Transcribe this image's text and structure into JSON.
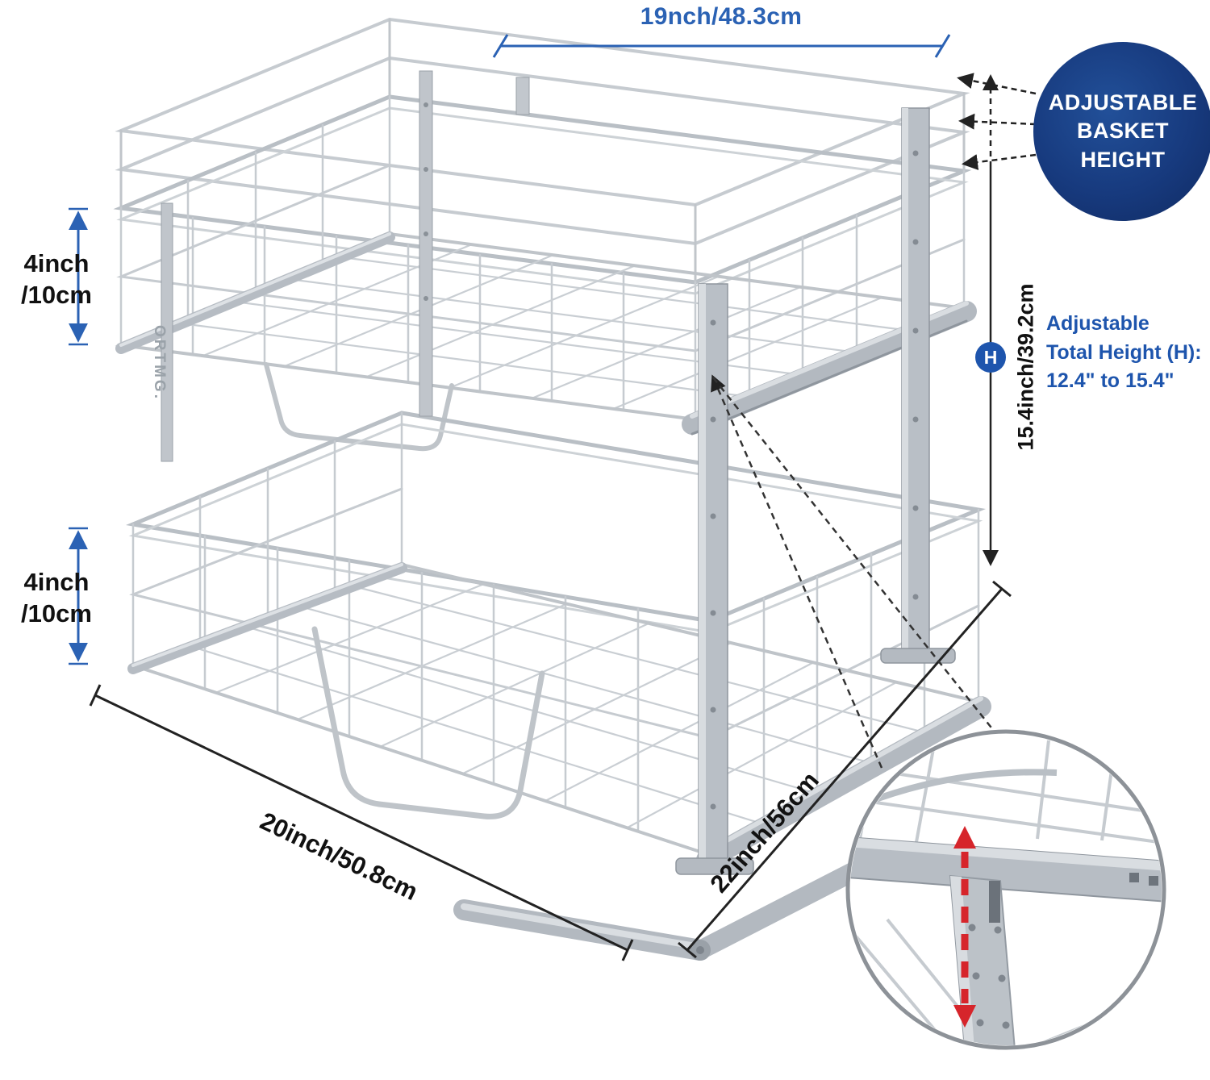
{
  "dimensions": {
    "top_width": "19nch/48.3cm",
    "basket_height_upper": {
      "line1": "4inch",
      "line2": "/10cm"
    },
    "basket_height_lower": {
      "line1": "4inch",
      "line2": "/10cm"
    },
    "total_height": "15.4inch/39.2cm",
    "bottom_width": "20inch/50.8cm",
    "depth": "22inch/56cm"
  },
  "badges": {
    "adjustable_basket": {
      "line1": "ADJUSTABLE",
      "line2": "BASKET",
      "line3": "HEIGHT"
    },
    "height_marker": "H"
  },
  "notes": {
    "adjustable_total": {
      "line1": "Adjustable",
      "line2": "Total Height (H):",
      "line3": "12.4\" to 15.4\""
    }
  },
  "product": {
    "rail_text": "ORTMG."
  },
  "colors": {
    "dimension_blue": "#2b62b4",
    "note_blue": "#1e55ad",
    "badge_navy": "#173a7e",
    "arrow_red": "#d6252b",
    "wire_gray": "#c6cbd0",
    "metal_gray": "#b9bfc6"
  }
}
